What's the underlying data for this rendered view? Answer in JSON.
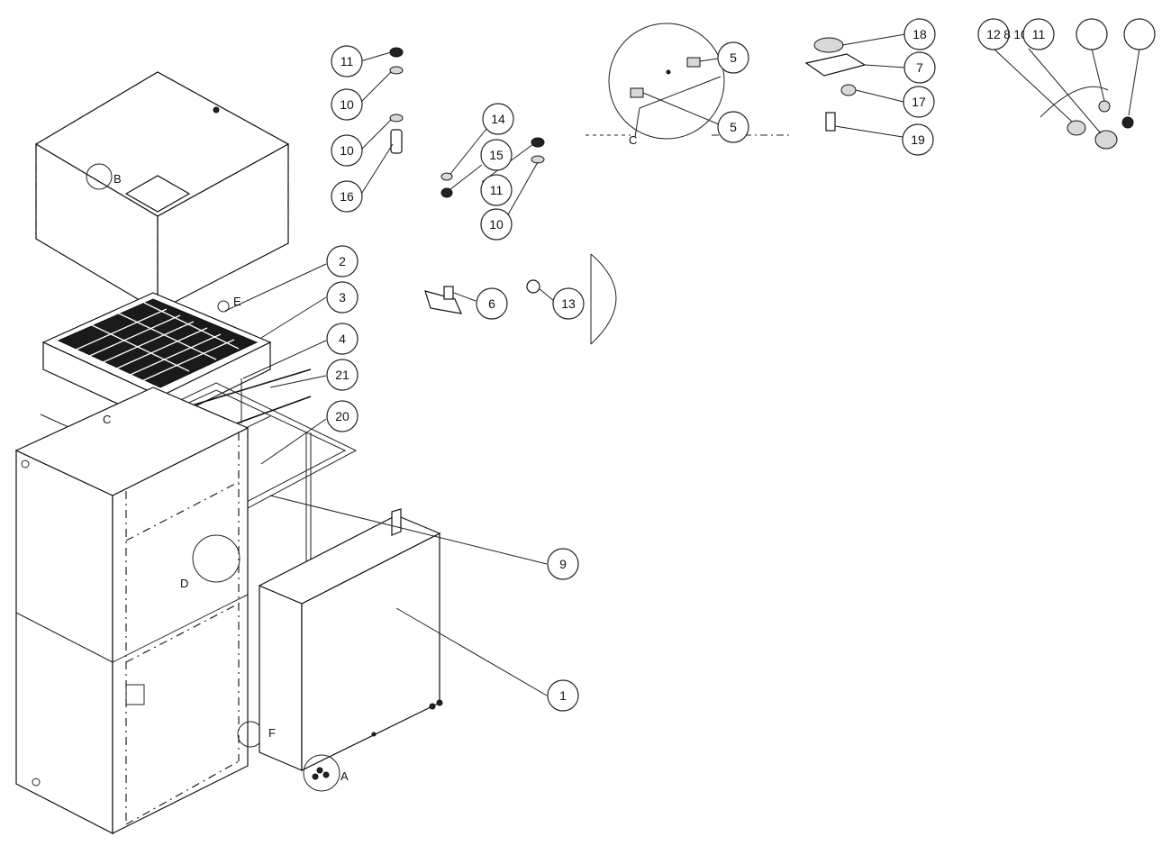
{
  "callouts": {
    "b1": "1",
    "b2": "2",
    "b3": "3",
    "b4": "4",
    "b5a": "5",
    "b5b": "5",
    "b6": "6",
    "b7": "7",
    "b9": "9",
    "b10a": "10",
    "b10b": "10",
    "b10c": "10",
    "b11a": "11",
    "b11b": "11",
    "b11c": "11",
    "b13": "13",
    "b14": "14",
    "b15": "15",
    "b16": "16",
    "b17": "17",
    "b18": "18",
    "b19": "19",
    "b20": "20",
    "b21": "21",
    "b12": "12",
    "b12b": "8",
    "b12c": "10",
    "b12d": "11",
    "b12e": "",
    "b12f": ""
  },
  "detail_labels": {
    "A": "A",
    "B": "B",
    "C1": "C",
    "C2": "C",
    "D": "D",
    "E": "E",
    "F": "F"
  },
  "colors": {
    "ink": "#111111",
    "paper": "#ffffff",
    "grate": "#1a1a1a"
  }
}
